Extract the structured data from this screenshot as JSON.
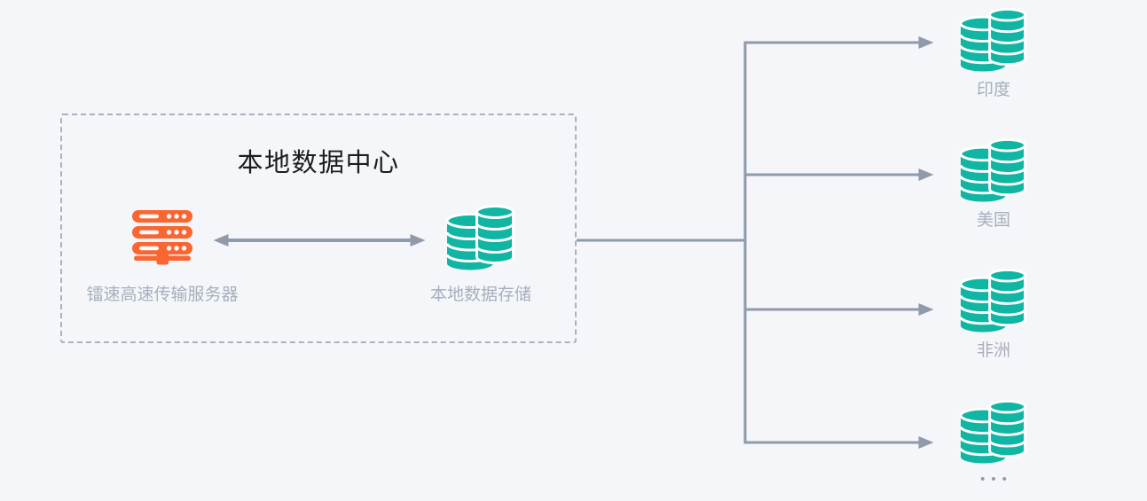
{
  "colors": {
    "background": "#f4f6f9",
    "box_border": "#a8b2c0",
    "title_color": "#1c1c1c",
    "label_color": "#a7afbd",
    "line_color": "#8f9aab",
    "server_orange": "#fa6532",
    "database_teal": "#10b6a3"
  },
  "local_datacenter": {
    "title": "本地数据中心",
    "server": {
      "icon": "server-rack-icon",
      "label": "镭速高速传输服务器"
    },
    "storage": {
      "icon": "database-icon",
      "label": "本地数据存储"
    },
    "link": "bidirectional-arrow"
  },
  "remote_sites": [
    {
      "icon": "database-icon",
      "label": "印度"
    },
    {
      "icon": "database-icon",
      "label": "美国"
    },
    {
      "icon": "database-icon",
      "label": "非洲"
    },
    {
      "icon": "database-icon",
      "label": "•••"
    }
  ]
}
